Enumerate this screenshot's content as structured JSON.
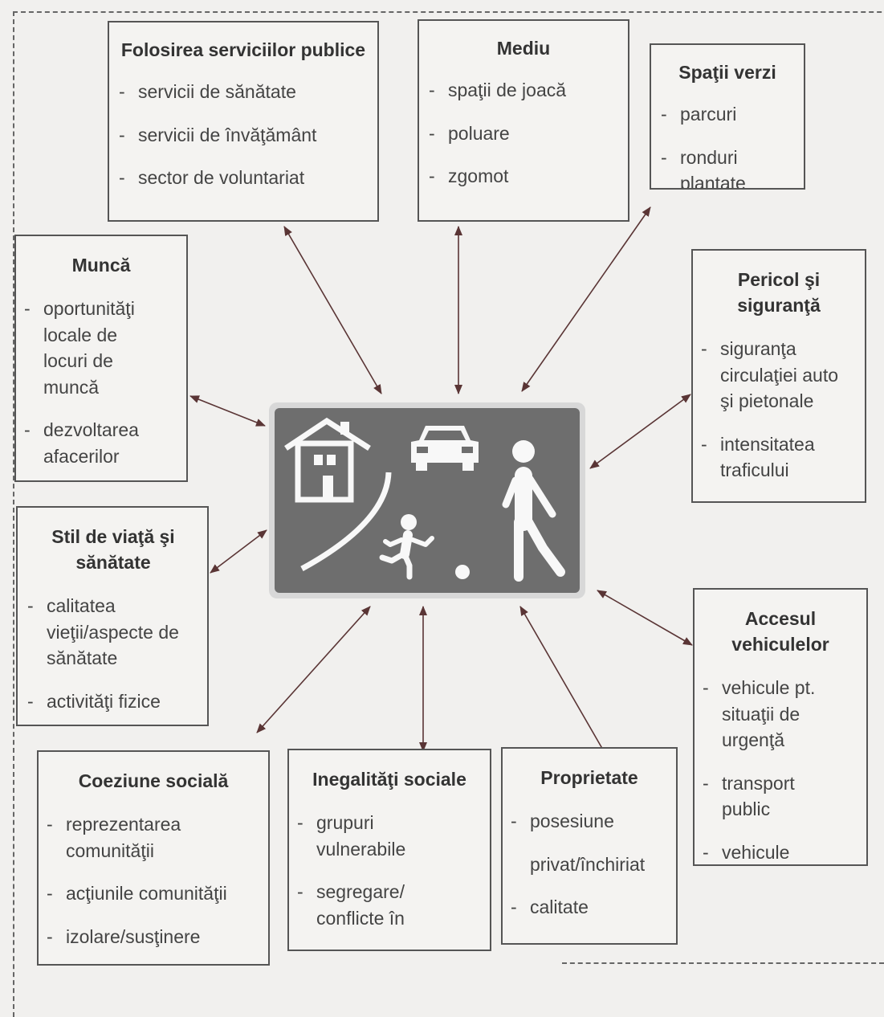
{
  "boxes": {
    "folosirea": {
      "title": "Folosirea serviciilor publice",
      "items": [
        "servicii de sănătate",
        "servicii de învăţământ",
        "sector de voluntariat"
      ]
    },
    "mediu": {
      "title": "Mediu",
      "items": [
        "spaţii de joacă",
        "poluare",
        "zgomot"
      ]
    },
    "spatii_verzi": {
      "title": "Spaţii verzi",
      "items": [
        "parcuri",
        "ronduri plantate"
      ]
    },
    "munca": {
      "title": "Muncă",
      "items": [
        "oportunităţi locale de locuri de muncă",
        "dezvoltarea afacerilor"
      ]
    },
    "pericol": {
      "title": "Pericol şi siguranţă",
      "items": [
        "siguranţa circulaţiei auto şi pietonale",
        "intensitatea traficului"
      ]
    },
    "stil": {
      "title": "Stil de viaţă şi sănătate",
      "items": [
        "calitatea vieţii/aspecte de sănătate",
        "activităţi fizice"
      ]
    },
    "accesul": {
      "title": "Accesul vehiculelor",
      "items": [
        "vehicule pt. situaţii de urgenţă",
        "transport public",
        "vehicule"
      ]
    },
    "coeziune": {
      "title": "Coeziune socială",
      "items": [
        "reprezentarea comunităţii",
        "acţiunile comunităţii",
        "izolare/susţinere"
      ]
    },
    "inegalitati": {
      "title": "Inegalităţi sociale",
      "items": [
        "grupuri vulnerabile",
        "segregare/ conflicte în"
      ]
    },
    "proprietate": {
      "title": "Proprietate",
      "items": [
        "posesiune",
        "privat/închiriat",
        "calitate"
      ]
    }
  },
  "sign": {
    "icons": [
      "house-icon",
      "car-icon",
      "adult-pedestrian-icon",
      "child-running-icon",
      "ball-icon",
      "road-curve-icon"
    ],
    "colors": {
      "sign_fill": "#6e6e6e",
      "sign_border": "#d8d8d8",
      "pictogram": "#f8f8f8"
    }
  }
}
